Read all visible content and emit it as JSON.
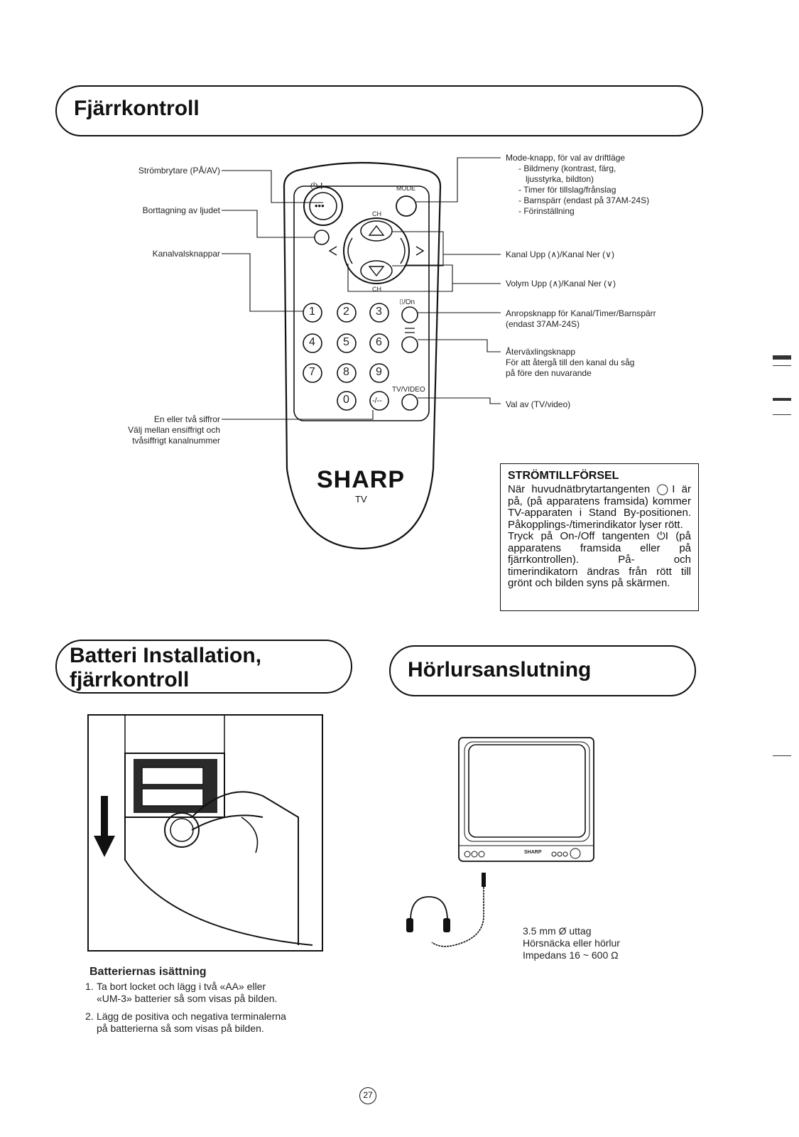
{
  "sections": {
    "remote_title": "Fjärrkontroll",
    "battery_title_line1": "Batteri Installation,",
    "battery_title_line2": "fjärrkontroll",
    "headphone_title": "Hörlursanslutning"
  },
  "remote": {
    "brand": "SHARP",
    "brand_sub": "TV",
    "mode_label": "MODE",
    "ch_label_top": "CH",
    "ch_label_bottom": "CH",
    "tvvideo_label": "TV/VIDEO",
    "digits": [
      "1",
      "2",
      "3",
      "4",
      "5",
      "6",
      "7",
      "8",
      "9",
      "0",
      "-/--"
    ],
    "power_symbol": "⏻ I",
    "call_symbol": "⌷/On"
  },
  "labels_left": {
    "power": "Strömbrytare (PÅ/AV)",
    "mute": "Borttagning av ljudet",
    "channel_select": "Kanalvalsknappar",
    "digit_line1": "En eller två siffror",
    "digit_line2": "Välj mellan ensiffrigt och",
    "digit_line3": "tvåsiffrigt kanalnummer"
  },
  "labels_right": {
    "mode_title": "Mode-knapp, för val av driftläge",
    "mode_items": [
      "- Bildmeny (kontrast, färg,",
      "ljusstyrka, bildton)",
      "- Timer för tillslag/frånslag",
      "- Barnspärr (endast på 37AM-24S)",
      "- Förinställning"
    ],
    "channel_updown": "Kanal Upp (∧)/Kanal Ner (∨)",
    "volume_updown": "Volym Upp (∧)/Kanal Ner (∨)",
    "call_line1": "Anropsknapp för Kanal/Timer/Barnspärr",
    "call_line2": "(endast 37AM-24S)",
    "flashback_line1": "Återväxlingsknapp",
    "flashback_line2": "För att återgå till den kanal du såg",
    "flashback_line3": "på före den nuvarande",
    "tvvideo": "Val av (TV/video)"
  },
  "power_supply_box": {
    "heading": "STRÖMTILLFÖRSEL",
    "para1": "När huvudnätbrytartangenten ◯I är på, (på apparatens framsida) kommer TV-apparaten i Stand By-positionen. Påkopplings-/timerindikator lyser rött.",
    "para2": "Tryck på On-/Off tangenten ⏻I (på apparatens framsida eller på fjärrkontrollen). På- och timerindikatorn ändras från rött till grönt och bilden syns på skärmen."
  },
  "battery": {
    "heading": "Batteriernas isättning",
    "step1_num": "1.",
    "step1_line1": "Ta bort locket och lägg i två «AA» eller",
    "step1_line2": "«UM-3» batterier så som visas på bilden.",
    "step2_num": "2.",
    "step2_line1": "Lägg de positiva och negativa terminalerna",
    "step2_line2": "på batterierna så som visas på bilden."
  },
  "headphone": {
    "line1": "3.5 mm Ø uttag",
    "line2": "Hörsnäcka eller hörlur",
    "line3": "Impedans 16 ~ 600 Ω",
    "tv_brand": "SHARP"
  },
  "page_number": "27"
}
